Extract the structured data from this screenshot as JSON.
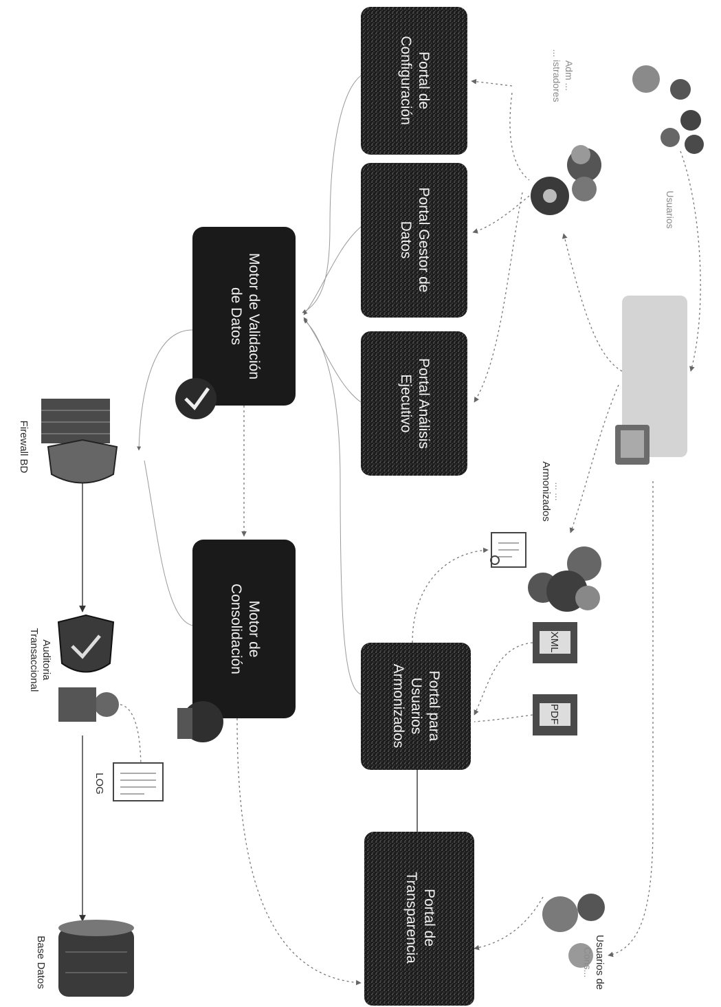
{
  "boxes": {
    "portal_configuracion": [
      "Portal de",
      "Configuración"
    ],
    "portal_gestor_datos": [
      "Portal Gestor de",
      "Datos"
    ],
    "portal_analisis": [
      "Portal Análisis",
      "Ejecutivo"
    ],
    "motor_validacion": [
      "Motor de Validación",
      "de Datos"
    ],
    "motor_consolidacion": [
      "Motor de",
      "Consolidación"
    ],
    "portal_usuarios": [
      "Portal para",
      "Usuarios",
      "Armonizados"
    ],
    "portal_transparencia": [
      "Portal de",
      "Transparencia"
    ]
  },
  "external": {
    "admins": [
      "Adm ...",
      "... istradores"
    ],
    "usuarios": "Usuarios",
    "armonizados": [
      "...  ...",
      "Armonizados"
    ],
    "usuarios_consulta": [
      "Usuarios de",
      "Cons..."
    ],
    "firewall": "Firewall BD",
    "auditoria": [
      "Auditoria",
      "Transaccional"
    ],
    "log": "LOG",
    "base_datos": "Base Datos"
  },
  "file_badges": {
    "xml": "XML",
    "pdf": "PDF"
  }
}
